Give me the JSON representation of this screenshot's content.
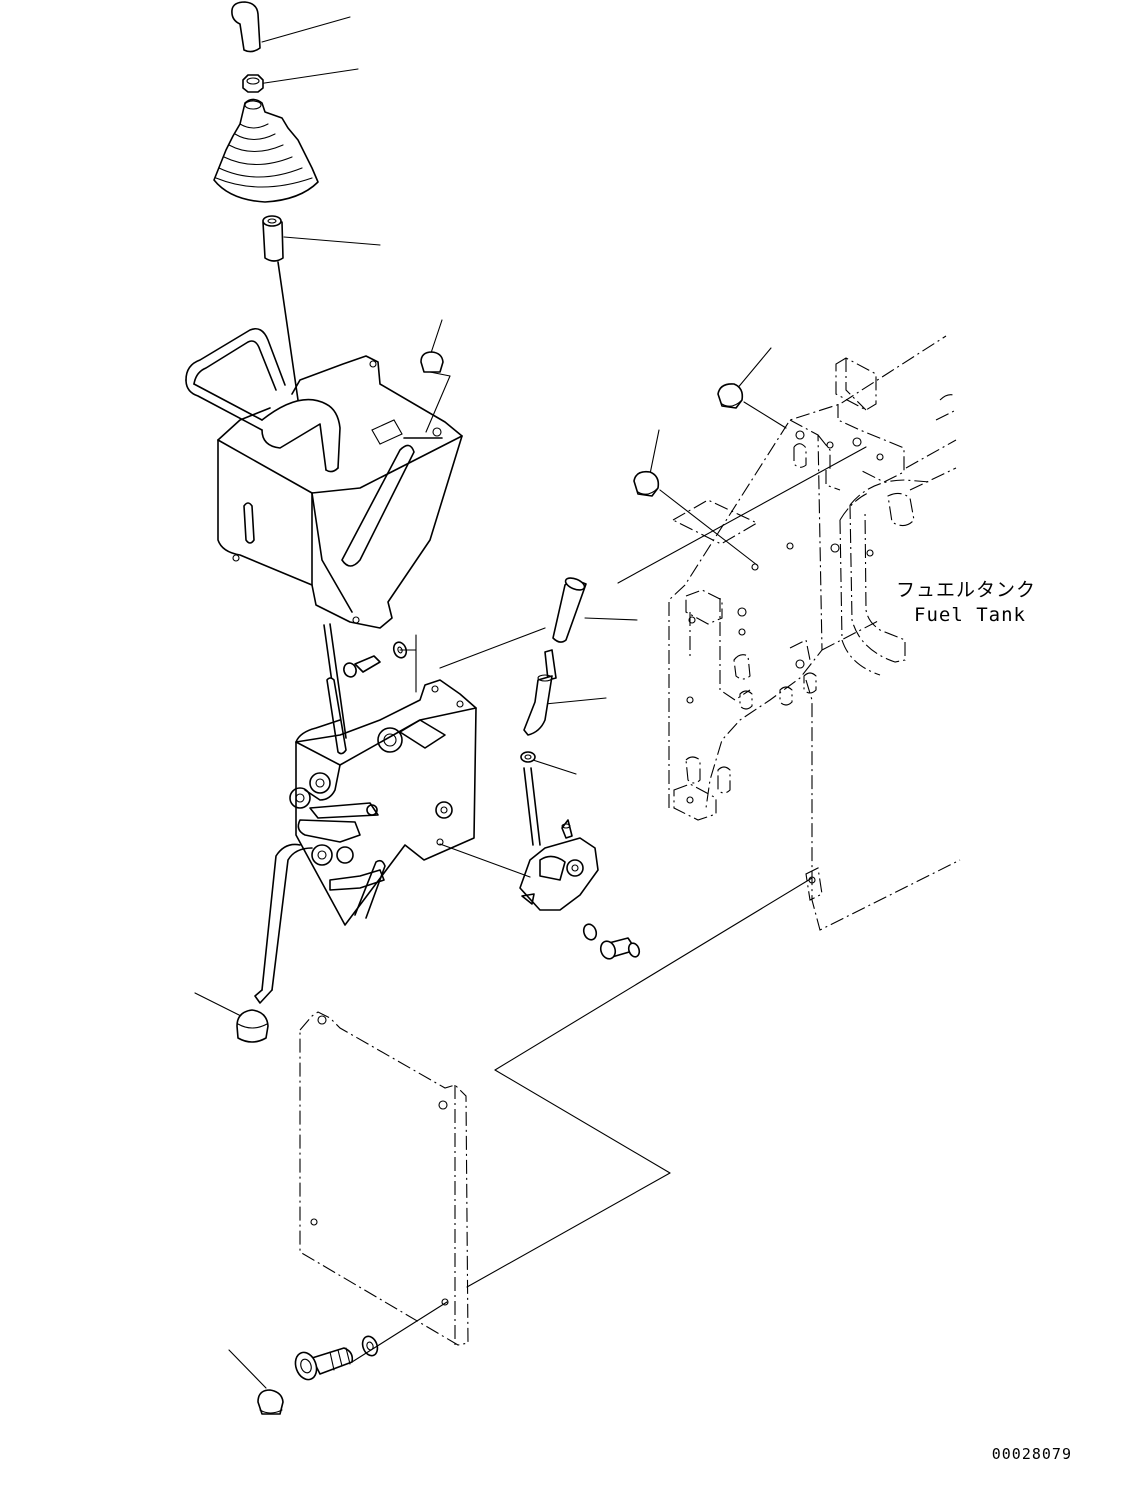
{
  "diagram": {
    "labels": {
      "fuel_tank_jp": "フュエルタンク",
      "fuel_tank_en": "Fuel Tank"
    },
    "document_number": "00028079"
  }
}
